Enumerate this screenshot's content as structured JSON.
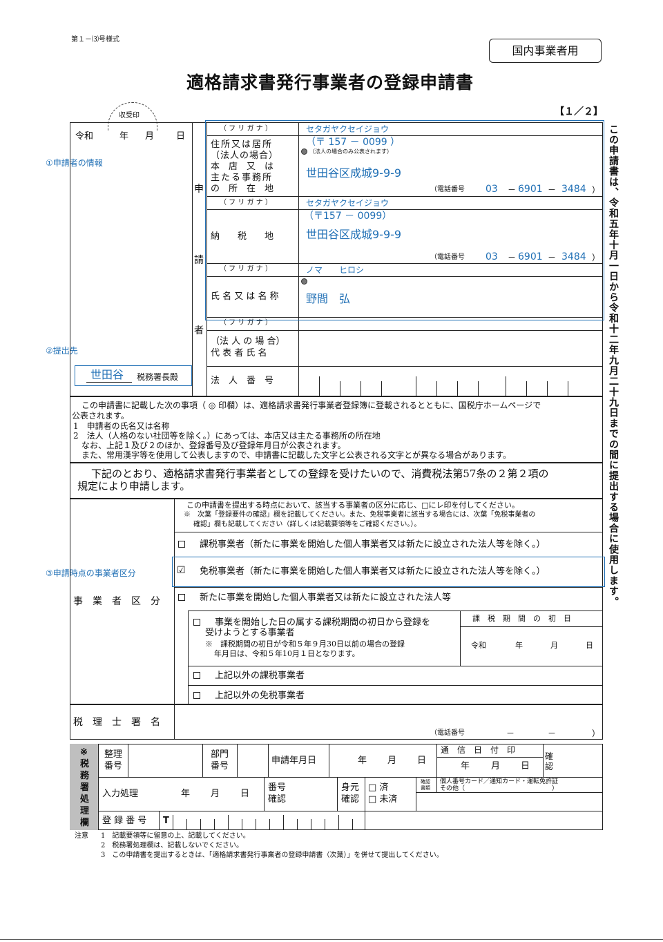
{
  "header": {
    "form_no": "第１－⑶号様式",
    "category_box": "国内事業者用",
    "title": "適格請求書発行事業者の登録申請書",
    "receipt_stamp": "収受印",
    "page": "【１／２】"
  },
  "side_note": "この申請書は、令和五年十月一日から令和十二年九月二十九日までの間に提出する場合に使用します。",
  "annotations": {
    "a1": "①申請者の情報",
    "a2": "②提出先",
    "a3": "③申請時点の事業者区分"
  },
  "date_line": {
    "era": "令和",
    "y": "年",
    "m": "月",
    "d": "日"
  },
  "applicant_vertical": [
    "申",
    "請",
    "者"
  ],
  "address": {
    "furigana_label": "（ フ リ ガ ナ ）",
    "furigana_value": "セタガヤクセイジョウ",
    "label": [
      "住所又は居所",
      "（法人の場合）",
      "本　店　又　は",
      "主たる事務所",
      "の　所　在　地"
    ],
    "postal": "（〒 157 － 0099 ）",
    "public_note": "（法人の場合のみ公表されます）",
    "value": "世田谷区成城9-9-9",
    "tel_label": "（電話番号",
    "tel": [
      "03",
      "6901",
      "3484"
    ],
    "tel_end": "）"
  },
  "tax_place": {
    "furigana_label": "（ フ リ ガ ナ ）",
    "furigana_value": "セタガヤクセイジョウ",
    "label": "納　　税　　地",
    "postal": "（〒157 － 0099）",
    "value": "世田谷区成城9-9-9",
    "tel_label": "（電話番号",
    "tel": [
      "03",
      "6901",
      "3484"
    ],
    "tel_end": "）"
  },
  "name": {
    "furigana_label": "（ フ リ ガ ナ ）",
    "furigana_value": "ノマ　　ヒロシ",
    "label": "氏 名 又 は 名 称",
    "value": "野間　弘"
  },
  "representative": {
    "furigana_label": "（ フ リ ガ ナ ）",
    "label": [
      "（法 人 の 場 合）",
      "代 表 者 氏 名"
    ]
  },
  "tax_office": {
    "value": "世田谷",
    "suffix": "税務署長殿"
  },
  "corp_no_label": "法　人　番　号",
  "notice": [
    "この申請書に記載した次の事項（ ◎ 印欄）は、適格請求書発行事業者登録簿に登載されるとともに、国税庁ホームページで",
    "公表されます。",
    "1　申請者の氏名又は名称",
    "2　法人（人格のない社団等を除く。）にあっては、本店又は主たる事務所の所在地",
    "なお、上記１及び２のほか、登録番号及び登録年月日が公表されます。",
    "また、常用漢字等を使用して公表しますので、申請書に記載した文字と公表される文字とが異なる場合があります。"
  ],
  "declaration": [
    "下記のとおり、適格請求書発行事業者としての登録を受けたいので、消費税法第57条の２第２項の",
    "規定により申請します。"
  ],
  "category": {
    "label": "事　業　者　区　分",
    "instr": [
      "この申請書を提出する時点において、該当する事業者の区分に応じ、□にレ印を付してください。",
      "※　次葉「登録要件の確認」欄を記載してください。また、免税事業者に該当する場合には、次葉「免税事業者の",
      "確認」欄も記載してください（詳しくは記載要領等をご確認ください。）。"
    ],
    "opt1": "課税事業者（新たに事業を開始した個人事業者又は新たに設立された法人等を除く。）",
    "opt2": "免税事業者（新たに事業を開始した個人事業者又は新たに設立された法人等を除く。）",
    "opt2_checked": "☑",
    "opt3": "新たに事業を開始した個人事業者又は新たに設立された法人等",
    "sub1": [
      "事業を開始した日の属する課税期間の初日から登録を",
      "受けようとする事業者",
      "※　課税期間の初日が令和５年９月30日以前の場合の登録",
      "年月日は、令和５年10月１日となります。"
    ],
    "sub_period_label": "課　税　期　間　の　初　日",
    "sub_period_date": [
      "令和",
      "年",
      "月",
      "日"
    ],
    "sub2": "上記以外の課税事業者",
    "sub3": "上記以外の免税事業者"
  },
  "accountant": {
    "label": "税　理　士　署　名",
    "tel_label": "（電話番号",
    "tel_dashes": [
      "－",
      "－"
    ],
    "tel_end": "）"
  },
  "office_use": {
    "vertical": [
      "※",
      "税",
      "務",
      "署",
      "処",
      "理",
      "欄"
    ],
    "seiri": [
      "整理",
      "番号"
    ],
    "bumon": [
      "部門",
      "番号"
    ],
    "apply_date_label": "申請年月日",
    "apply_date": [
      "年",
      "月",
      "日"
    ],
    "tsushin": "通　信　日　付　印",
    "tsushin_date": [
      "年",
      "月",
      "日"
    ],
    "kakunin": [
      "確",
      "認"
    ],
    "input_label": "入力処理",
    "input_date": [
      "年",
      "月",
      "日"
    ],
    "bango_kakunin": [
      "番号",
      "確認"
    ],
    "mimoto": [
      "身元",
      "確認"
    ],
    "sumi": "□ 済",
    "misumi": "□ 未済",
    "doc_label": [
      "確認",
      "書類"
    ],
    "doc_text": [
      "個人番号カード／通知カード・運転免許証",
      "その他（　　　　　　　　　　　　　　）"
    ],
    "reg_label": "登 録 番 号",
    "reg_prefix": "T"
  },
  "footnotes": {
    "head": "注意",
    "items": [
      "1　記載要領等に留意の上、記載してください。",
      "2　税務署処理欄は、記載しないでください。",
      "3　この申請書を提出するときは、「適格請求書発行事業者の登録申請書（次葉）」を併せて提出してください。"
    ]
  }
}
